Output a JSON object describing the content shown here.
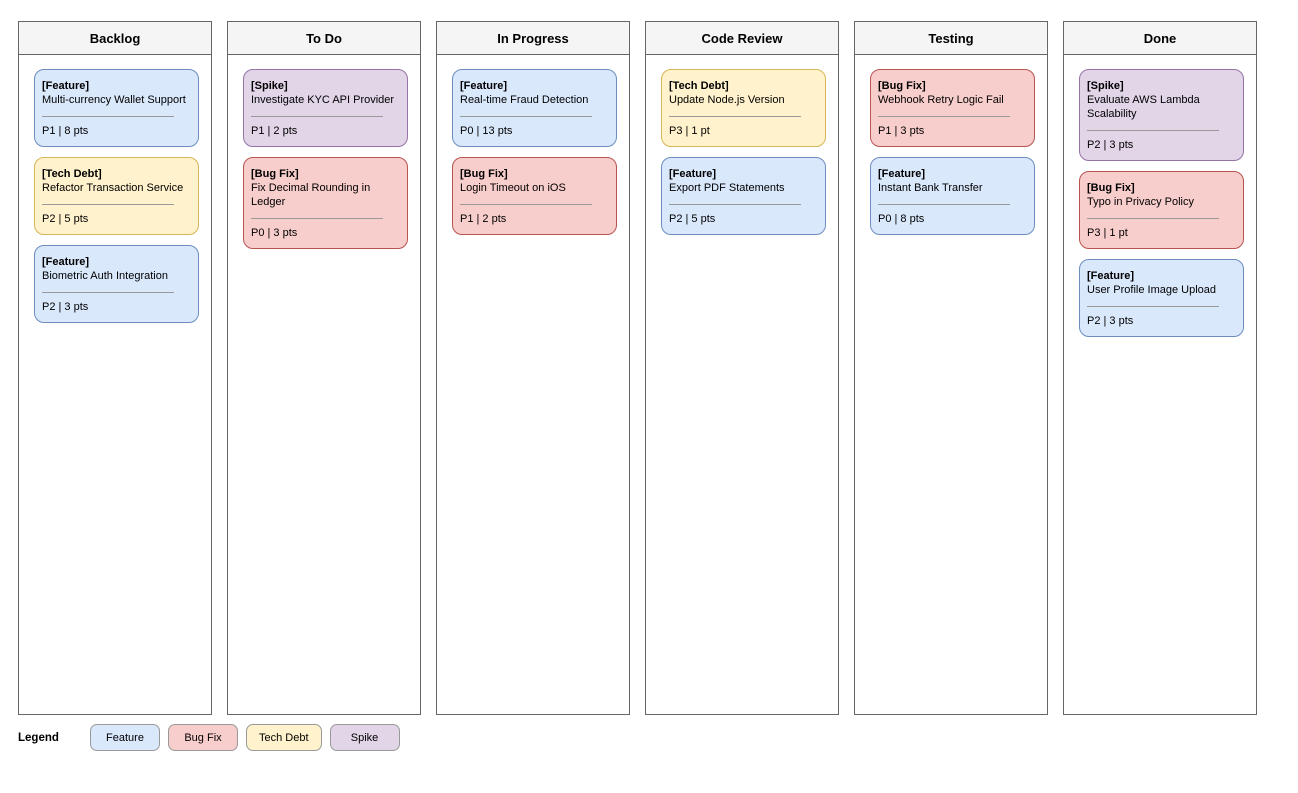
{
  "board": {
    "columns": [
      {
        "title": "Backlog",
        "cards": [
          {
            "type": "feature",
            "tag": "[Feature]",
            "title": "Multi-currency Wallet Support",
            "meta": "P1 | 8 pts"
          },
          {
            "type": "techdebt",
            "tag": "[Tech Debt]",
            "title": "Refactor Transaction Service",
            "meta": "P2 | 5 pts"
          },
          {
            "type": "feature",
            "tag": "[Feature]",
            "title": "Biometric Auth Integration",
            "meta": "P2 | 3 pts"
          }
        ]
      },
      {
        "title": "To Do",
        "cards": [
          {
            "type": "spike",
            "tag": "[Spike]",
            "title": "Investigate KYC API Provider",
            "meta": "P1 | 2 pts"
          },
          {
            "type": "bugfix",
            "tag": "[Bug Fix]",
            "title": "Fix Decimal Rounding in Ledger",
            "meta": "P0 | 3 pts"
          }
        ]
      },
      {
        "title": "In Progress",
        "cards": [
          {
            "type": "feature",
            "tag": "[Feature]",
            "title": "Real-time Fraud Detection",
            "meta": "P0 | 13 pts"
          },
          {
            "type": "bugfix",
            "tag": "[Bug Fix]",
            "title": "Login Timeout on iOS",
            "meta": "P1 | 2 pts"
          }
        ]
      },
      {
        "title": "Code Review",
        "cards": [
          {
            "type": "techdebt",
            "tag": "[Tech Debt]",
            "title": "Update Node.js Version",
            "meta": "P3 | 1 pt"
          },
          {
            "type": "feature",
            "tag": "[Feature]",
            "title": "Export PDF Statements",
            "meta": "P2 | 5 pts"
          }
        ]
      },
      {
        "title": "Testing",
        "cards": [
          {
            "type": "bugfix",
            "tag": "[Bug Fix]",
            "title": "Webhook Retry Logic Fail",
            "meta": "P1 | 3 pts"
          },
          {
            "type": "feature",
            "tag": "[Feature]",
            "title": "Instant Bank Transfer",
            "meta": "P0 | 8 pts"
          }
        ]
      },
      {
        "title": "Done",
        "cards": [
          {
            "type": "spike",
            "tag": "[Spike]",
            "title": "Evaluate AWS Lambda Scalability",
            "meta": "P2 | 3 pts"
          },
          {
            "type": "bugfix",
            "tag": "[Bug Fix]",
            "title": "Typo in Privacy Policy",
            "meta": "P3 | 1 pt"
          },
          {
            "type": "feature",
            "tag": "[Feature]",
            "title": "User Profile Image Upload",
            "meta": "P2 | 3 pts"
          }
        ]
      }
    ]
  },
  "legend": {
    "label": "Legend",
    "items": [
      {
        "type": "feature",
        "label": "Feature"
      },
      {
        "type": "bugfix",
        "label": "Bug Fix"
      },
      {
        "type": "techdebt",
        "label": "Tech Debt"
      },
      {
        "type": "spike",
        "label": "Spike"
      }
    ]
  },
  "colors": {
    "feature": {
      "fill": "#dae8fc",
      "stroke": "#6c8ebf"
    },
    "bugfix": {
      "fill": "#f8cecc",
      "stroke": "#b85450"
    },
    "techdebt": {
      "fill": "#fff2cc",
      "stroke": "#d6b656"
    },
    "spike": {
      "fill": "#e1d5e7",
      "stroke": "#9673a6"
    },
    "column_header_fill": "#f5f5f5",
    "column_stroke": "#666666"
  }
}
